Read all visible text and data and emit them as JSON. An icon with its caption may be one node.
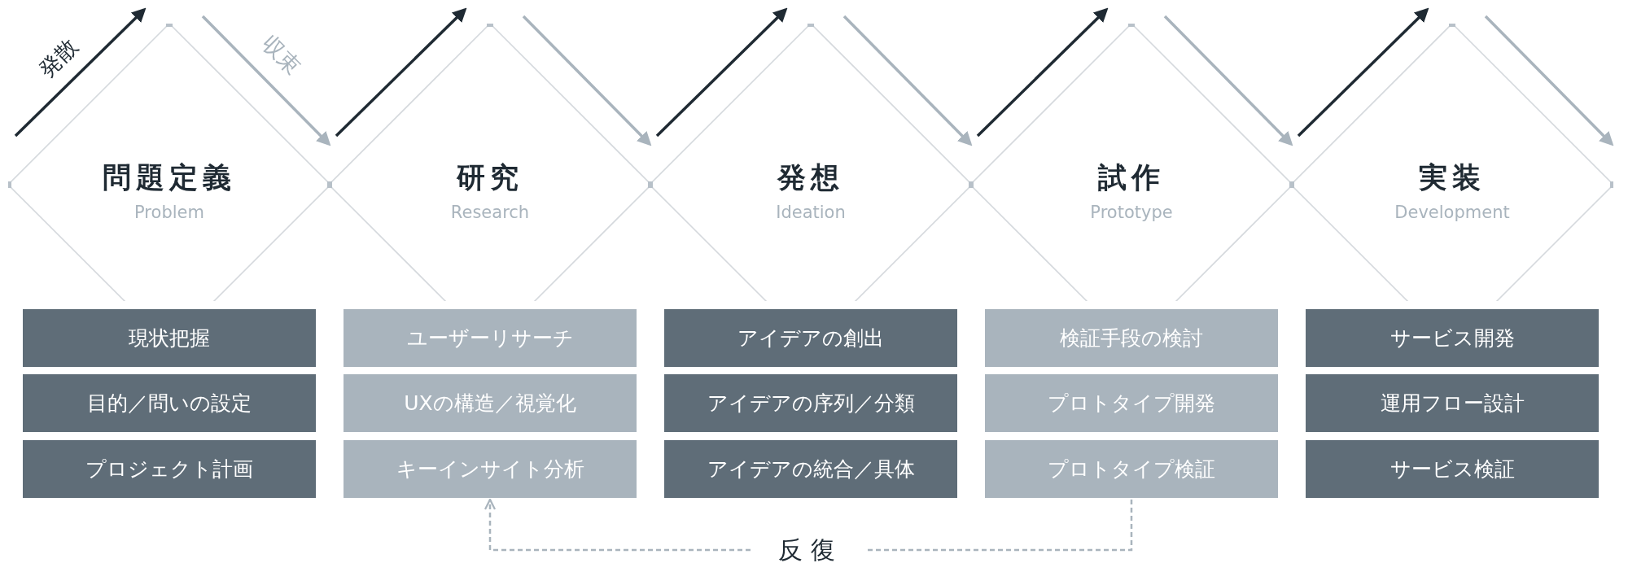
{
  "diagram": {
    "nodes": [
      {
        "text": [
          "問題定義",
          "Problem"
        ]
      },
      {
        "text": [
          "研究",
          "Research"
        ]
      },
      {
        "text": [
          "発想",
          "Ideation"
        ]
      },
      {
        "text": [
          "試作",
          "Prototype"
        ]
      },
      {
        "text": [
          "実装",
          "Development"
        ]
      },
      {
        "text": [
          "現状把握"
        ]
      },
      {
        "text": [
          "目的／問いの設定"
        ]
      },
      {
        "text": [
          "プロジェクト計画"
        ]
      },
      {
        "text": [
          "ユーザーリサーチ"
        ]
      },
      {
        "text": [
          "UXの構造／視覚化"
        ]
      },
      {
        "text": [
          "キーインサイト分析"
        ]
      },
      {
        "text": [
          "アイデアの創出"
        ]
      },
      {
        "text": [
          "アイデアの序列／分類"
        ]
      },
      {
        "text": [
          "アイデアの統合／具体"
        ]
      },
      {
        "text": [
          "検証手段の検討"
        ]
      },
      {
        "text": [
          "プロトタイプ開発"
        ]
      },
      {
        "text": [
          "プロトタイプ検証"
        ]
      },
      {
        "text": [
          "サービス開発"
        ]
      },
      {
        "text": [
          "運用フロー設計"
        ]
      },
      {
        "text": [
          "サービス検証"
        ]
      }
    ],
    "edges": [
      {
        "from": 16,
        "to": 10,
        "arrow": "to",
        "style": "dashed",
        "label": "反復"
      }
    ],
    "labels": [
      "発散",
      "収束"
    ]
  }
}
